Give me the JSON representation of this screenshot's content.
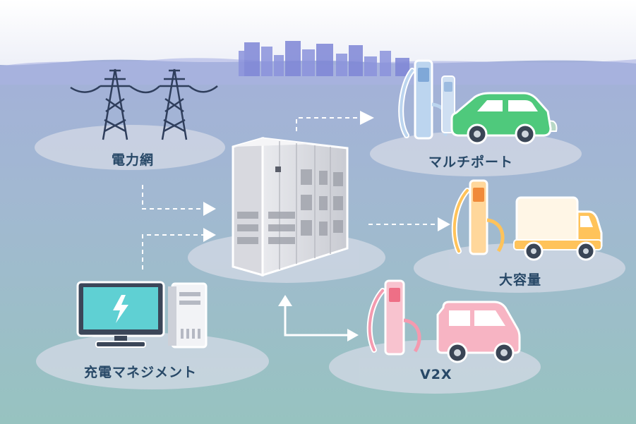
{
  "labels": {
    "grid": "電力網",
    "multiport": "マルチポート",
    "large_capacity": "大容量",
    "v2x": "V2X",
    "charge_management": "充電マネジメント"
  },
  "icons": {
    "grid": "power-tower-icon",
    "charger": "ev-charger-icon",
    "car": "car-icon",
    "truck": "truck-icon",
    "van": "van-icon",
    "computer": "computer-monitor-icon",
    "server": "pc-tower-icon",
    "cabinet": "power-cabinet-icon"
  },
  "colors": {
    "multiport_car": "#4fc97c",
    "multiport_charger": "#bcd5ef",
    "large_capacity_charger": "#ffd79b",
    "large_capacity_truck": "#ffc35a",
    "v2x_charger": "#f8c3cf",
    "v2x_van": "#f7b4c3",
    "label": "#274867",
    "arrow": "#ffffff"
  }
}
